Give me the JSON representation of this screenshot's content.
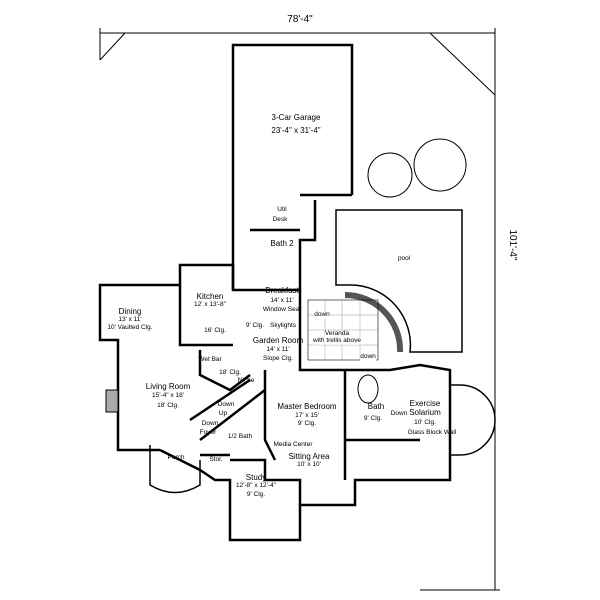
{
  "dimensions": {
    "width": "78'-4\"",
    "depth": "101'-4\""
  },
  "rooms": {
    "garage": {
      "name": "3-Car Garage",
      "size": "23'-4\" x 31'-4\""
    },
    "pool": {
      "name": "pool"
    },
    "util": {
      "name": "Util",
      "desk": "Desk"
    },
    "bath2": {
      "name": "Bath 2"
    },
    "breakfast": {
      "name": "Breakfast",
      "size": "14' x 11'",
      "note": "Window Seat"
    },
    "kitchen": {
      "name": "Kitchen",
      "size": "12' x 13'-8\"",
      "ceiling": "16' Clg."
    },
    "dining": {
      "name": "Dining",
      "size": "13' x 11'",
      "ceiling": "10' Vaulted Clg."
    },
    "skylights": {
      "ceiling": "9' Clg.",
      "note": "Skylights"
    },
    "garden_room": {
      "name": "Garden Room",
      "size": "14' x 11'",
      "ceiling": "Slope Clg."
    },
    "veranda": {
      "name": "Veranda",
      "note": "with trellis above",
      "down1": "down",
      "down2": "down"
    },
    "wet_bar": {
      "name": "Wet Bar",
      "ceiling": "18' Clg."
    },
    "living_room": {
      "name": "Living Room",
      "size": "15'-4\" x 18'",
      "ceiling": "18' Clg."
    },
    "niche": {
      "name": "Niche"
    },
    "stairs": {
      "down1": "Down",
      "up": "Up",
      "down2": "Down"
    },
    "foyer": {
      "name": "Foyer"
    },
    "half_bath": {
      "name": "1/2 Bath"
    },
    "storage": {
      "name": "Stor."
    },
    "porch": {
      "name": "Porch"
    },
    "study": {
      "name": "Study",
      "size": "12'-8\" x 12'-4\"",
      "ceiling": "9' Clg."
    },
    "master_bedroom": {
      "name": "Master Bedroom",
      "size": "17' x 15'",
      "ceiling": "9' Clg."
    },
    "master_bath": {
      "name": "Bath",
      "ceiling": "9' Clg.",
      "down": "Down"
    },
    "solarium": {
      "name1": "Exercise",
      "name2": "Solarium",
      "ceiling": "10' Clg.",
      "note": "Glass Block Wall"
    },
    "media_center": {
      "name": "Media Center"
    },
    "sitting_area": {
      "name": "Sitting Area",
      "size": "10' x 10'"
    }
  }
}
